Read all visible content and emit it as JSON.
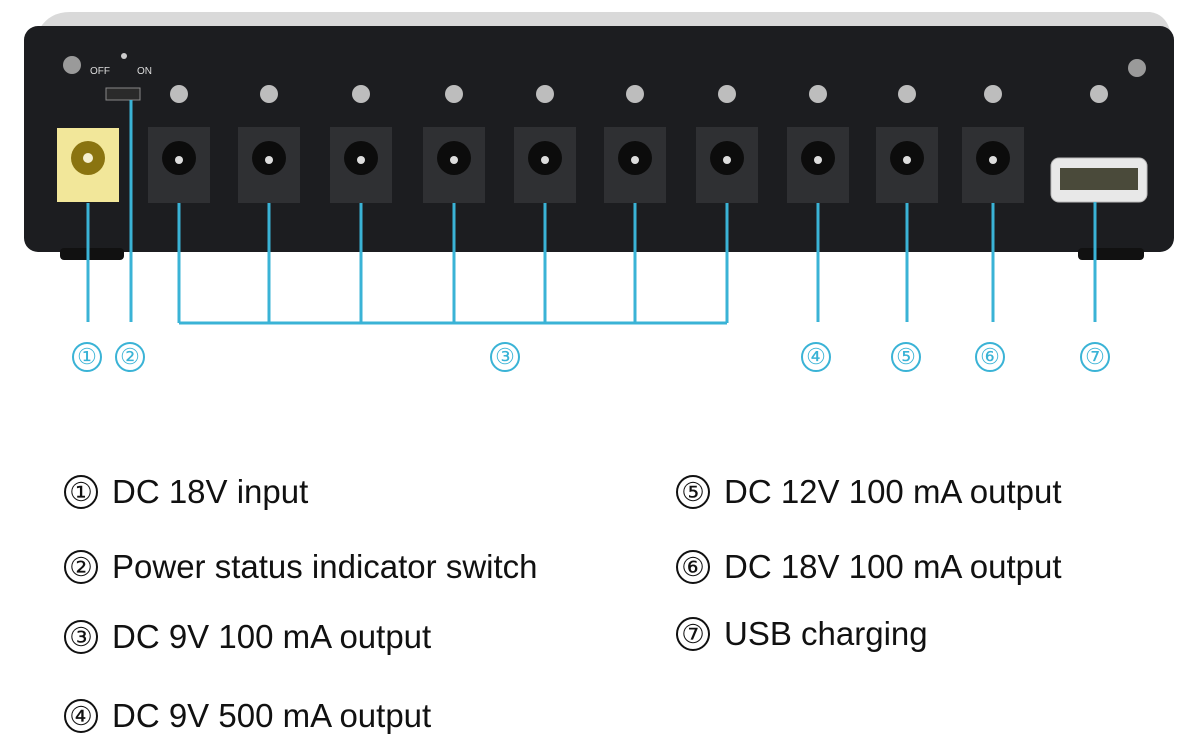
{
  "device": {
    "switch_labels": {
      "off": "OFF",
      "on": "ON"
    },
    "colors": {
      "body": "#1c1d20",
      "line": "#3ab3d6",
      "input_jack": "#f2e79a",
      "jack": "#2f3033"
    }
  },
  "callouts": [
    "①",
    "②",
    "③",
    "④",
    "⑤",
    "⑥",
    "⑦"
  ],
  "legend": [
    {
      "num": "①",
      "text": "DC 18V input"
    },
    {
      "num": "②",
      "text": "Power status indicator switch"
    },
    {
      "num": "③",
      "text": "DC 9V 100 mA output"
    },
    {
      "num": "④",
      "text": "DC 9V 500 mA output"
    },
    {
      "num": "⑤",
      "text": "DC 12V 100 mA output"
    },
    {
      "num": "⑥",
      "text": "DC 18V 100 mA output"
    },
    {
      "num": "⑦",
      "text": "USB charging"
    }
  ]
}
